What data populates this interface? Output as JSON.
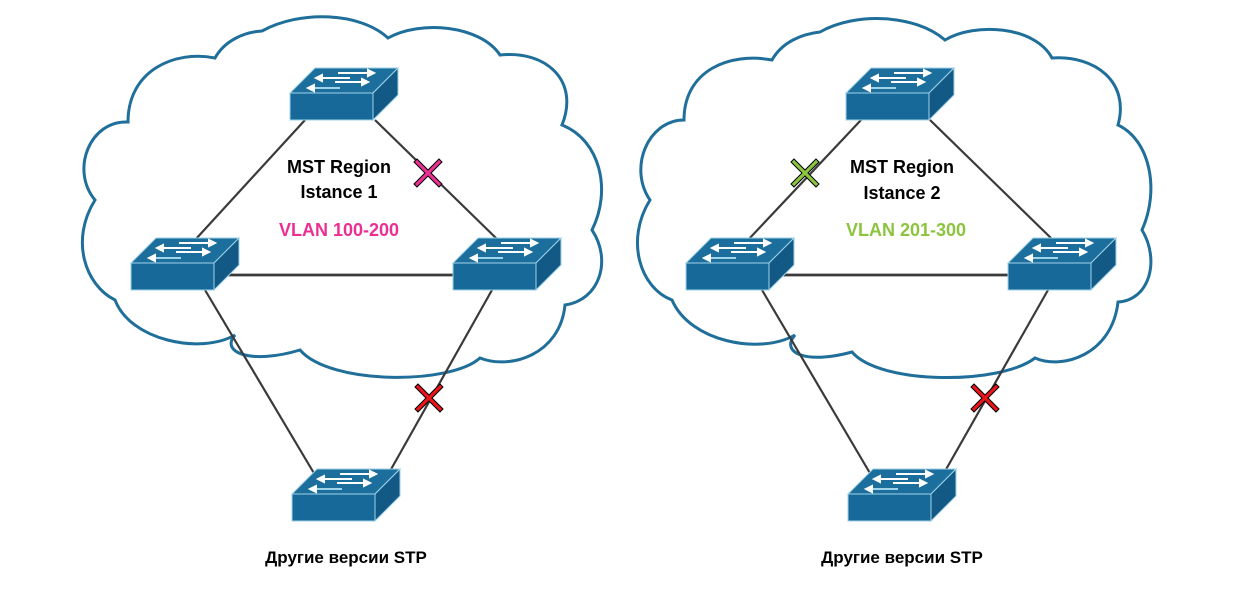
{
  "diagrams": [
    {
      "id": "instance-1",
      "region_title": "MST Region",
      "instance_label": "Istance 1",
      "vlan_label": "VLAN 100-200",
      "vlan_color": "#ec2f93",
      "caption": "Другие версии STP",
      "blocked_links": [
        {
          "link": "top-right",
          "marker_color": "#ec2f93"
        },
        {
          "link": "right-bottom",
          "marker_color": "#e8151b"
        }
      ]
    },
    {
      "id": "instance-2",
      "region_title": "MST Region",
      "instance_label": "Istance 2",
      "vlan_label": "VLAN 201-300",
      "vlan_color": "#8cc43f",
      "caption": "Другие версии STP",
      "blocked_links": [
        {
          "link": "top-left",
          "marker_color": "#8cc43f"
        },
        {
          "link": "right-bottom",
          "marker_color": "#e8151b"
        }
      ]
    }
  ],
  "colors": {
    "cloud_stroke": "#1f6f9a",
    "switch_front": "#17699a",
    "switch_top": "#1c6e9c",
    "switch_side": "#125a85",
    "link": "#3a3a3a"
  },
  "icons": {
    "switch": "network-switch-icon",
    "blocked": "blocked-x-icon",
    "cloud": "mst-region-cloud"
  }
}
